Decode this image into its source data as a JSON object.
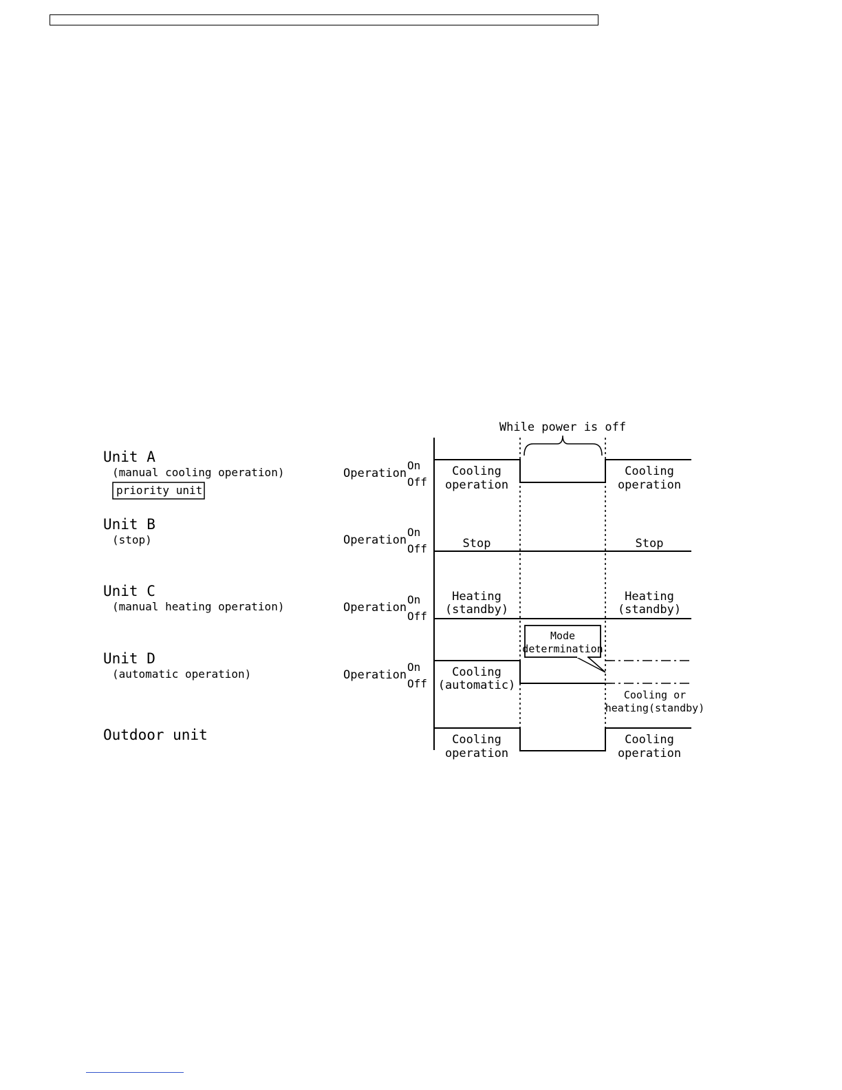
{
  "diagram": {
    "header_note": "While power is off",
    "units": [
      {
        "name": "Unit A",
        "desc": "(manual cooling operation)",
        "badge": "priority unit",
        "signal": "Operation",
        "on": "On",
        "off": "Off",
        "before": [
          "Cooling",
          "operation"
        ],
        "after": [
          "Cooling",
          "operation"
        ]
      },
      {
        "name": "Unit B",
        "desc": "(stop)",
        "signal": "Operation",
        "on": "On",
        "off": "Off",
        "before": [
          "Stop"
        ],
        "after": [
          "Stop"
        ]
      },
      {
        "name": "Unit C",
        "desc": "(manual heating operation)",
        "signal": "Operation",
        "on": "On",
        "off": "Off",
        "before": [
          "Heating",
          "(standby)"
        ],
        "after": [
          "Heating",
          "(standby)"
        ]
      },
      {
        "name": "Unit D",
        "desc": "(automatic operation)",
        "signal": "Operation",
        "on": "On",
        "off": "Off",
        "before": [
          "Cooling",
          "(automatic)"
        ],
        "after": [
          "Cooling or",
          "heating(standby)"
        ],
        "callout": [
          "Mode",
          "determination"
        ]
      },
      {
        "name": "Outdoor unit",
        "before": [
          "Cooling",
          "operation"
        ],
        "after": [
          "Cooling",
          "operation"
        ]
      }
    ]
  }
}
